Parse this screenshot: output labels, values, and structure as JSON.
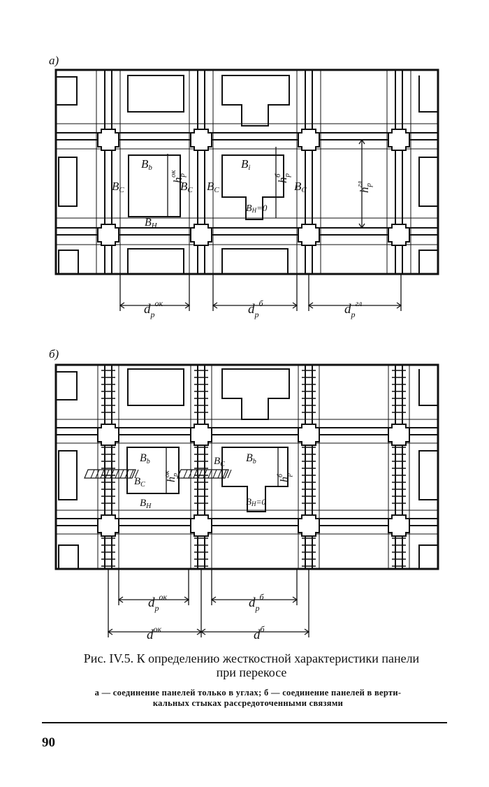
{
  "figure_a": {
    "panel_label": "а)",
    "labels": {
      "bc": "B",
      "bc_sub": "C",
      "bb": "B",
      "bb_sub": "b",
      "bi": "B",
      "bi_sub": "i",
      "bh": "B",
      "bh_sub": "H",
      "bh0": "B",
      "bh0_sub": "H",
      "bh0_eq": "=0",
      "h": "h",
      "h_sub": "p",
      "hok_sup": "ок",
      "hb_sup": "б",
      "hgl_sup": "гл"
    },
    "dims": [
      {
        "d": "d",
        "sub": "p",
        "sup": "ок"
      },
      {
        "d": "d",
        "sub": "p",
        "sup": "б"
      },
      {
        "d": "d",
        "sub": "p",
        "sup": "гл"
      }
    ]
  },
  "figure_b": {
    "panel_label": "б)",
    "dims_p": [
      {
        "d": "d",
        "sub": "p",
        "sup": "ок"
      },
      {
        "d": "d",
        "sub": "p",
        "sup": "б"
      }
    ],
    "dims": [
      {
        "d": "d",
        "sup": "ок"
      },
      {
        "d": "d",
        "sup": "б"
      }
    ]
  },
  "caption": {
    "title_line1": "Рис. IV.5. К определению жесткостной характеристики панели",
    "title_line2": "при перекосе",
    "subtitle_line1": "а — соединение панелей только в углах; б — соединение панелей в верти-",
    "subtitle_line2": "кальных стыках рассредоточенными связями"
  },
  "page_number": "90"
}
